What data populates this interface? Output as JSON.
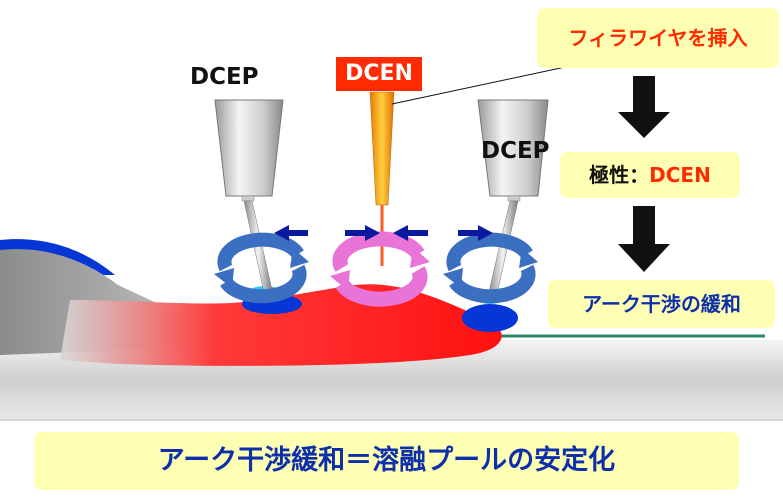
{
  "labels": {
    "dcep_left": "DCEP",
    "dcep_right": "DCEP",
    "dcen": "DCEN"
  },
  "boxes": {
    "filler_wire": "フィラワイヤを挿入",
    "polarity_label": "極性：",
    "polarity_value": "DCEN",
    "arc_interference_relief": "アーク干渉の緩和",
    "summary": "アーク干渉緩和＝溶融プールの安定化"
  },
  "colors": {
    "callout_fill": "#ffffb4",
    "accent_red": "#ff2a00",
    "text_blue": "#0d2faa",
    "arrow_blue": "#0a1aa0",
    "arc_blue": "#3b6fc2",
    "arc_pink": "#e874d8",
    "molten_pool_red": "#ff1d1d",
    "bead_blue": "#0636d6",
    "base_metal_green": "#2c8a60"
  }
}
